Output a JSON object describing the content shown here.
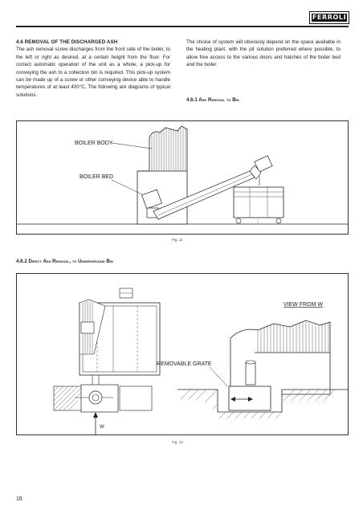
{
  "header": {
    "logo_text": "FERROLI"
  },
  "section_46": {
    "heading": "4.6 REMOVAL OF THE DISCHARGED ASH",
    "body_left": "The ash removal screw discharges from the front side of the boiler, to the left or right as desired, at a certain height from the floor. For correct automatic operation of the unit as a whole, a pick-up for conveying the ash to a collection bin is required. This pick-up system can be made up of a screw or other conveying device able to handle temperatures of at least 400°C. The following are diagrams of typical solutions.",
    "body_right": "The choice of system will obviously depend on the space available in the heating plant, with the pit solution preferred where possible, to allow free access to the various doors and hatches of the boiler bed and the boiler.",
    "sub_461": "4.6.1 Ash Removal to Bin"
  },
  "figure_11": {
    "label_boiler_body": "BOILER BODY",
    "label_boiler_bed": "BOILER BED",
    "caption": "Fig. 11"
  },
  "section_462": {
    "heading": "4.6.2 Direct Ash Removal, to Underground Bin"
  },
  "figure_12": {
    "label_view": "VIEW FROM W",
    "label_grate": "REMOVABLE GRATE",
    "label_w": "W",
    "caption": "Fig. 12"
  },
  "footer": {
    "page_number": "16"
  }
}
